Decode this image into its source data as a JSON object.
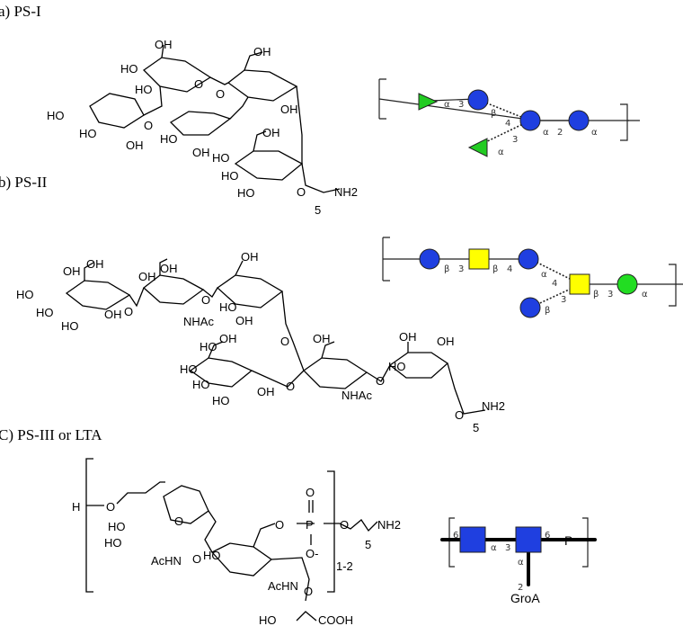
{
  "panels": {
    "a": {
      "title": "a) PS-I"
    },
    "b": {
      "title": "b) PS-II"
    },
    "c": {
      "title": "C) PS-III or LTA"
    }
  },
  "atoms": {
    "OH": "OH",
    "HO": "HO",
    "NHAc": "NHAc",
    "AcHN": "AcHN",
    "NH2": "NH2",
    "O": "O",
    "P": "P",
    "H": "H",
    "COOH": "COOH",
    "five": "5",
    "Ominus": "O-"
  },
  "repeat": {
    "label": "1-2"
  },
  "snfg": {
    "ps1": {
      "links": [
        "α",
        "3",
        "β",
        "4",
        "α",
        "3",
        "α",
        "2",
        "α"
      ]
    },
    "ps2": {
      "links": [
        "β",
        "3",
        "β",
        "4",
        "α",
        "4",
        "β",
        "3",
        "α",
        "3",
        "β"
      ]
    },
    "lta": {
      "links": [
        "6",
        "α",
        "3",
        "6",
        "α",
        "2"
      ],
      "phosphate": "P",
      "glycerol": "GroA"
    }
  },
  "colors": {
    "glucose_blue": "#1f3fe0",
    "galactose_green": "#22dd22",
    "fucose_green": "#3fd03f",
    "galnac_yellow": "#ffff00"
  }
}
